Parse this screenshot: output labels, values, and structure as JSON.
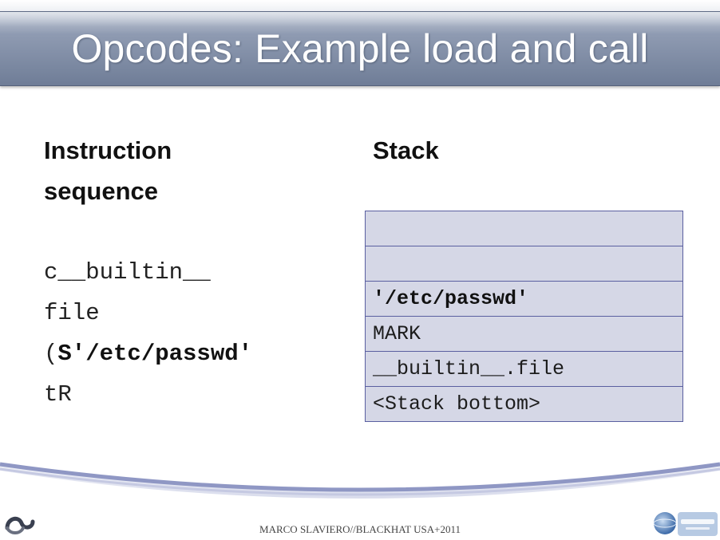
{
  "slide": {
    "title": "Opcodes: Example load and call",
    "left_heading": [
      "Instruction",
      "sequence"
    ],
    "right_heading": "Stack",
    "instructions": [
      {
        "text": "c__builtin__",
        "bold": false
      },
      {
        "text": "file",
        "bold": false
      },
      {
        "prefix": "(",
        "bold_text": "S'/etc/passwd'"
      },
      {
        "text": "tR",
        "bold": false
      }
    ],
    "stack": [
      {
        "text": "",
        "bold": false
      },
      {
        "text": "",
        "bold": false
      },
      {
        "text": "'/etc/passwd'",
        "bold": true
      },
      {
        "text": "MARK",
        "bold": false
      },
      {
        "text": "__builtin__.file",
        "bold": false
      },
      {
        "text": "<Stack bottom>",
        "bold": false
      }
    ],
    "footer": "MARCO SLAVIERO//BLACKHAT USA+2011"
  },
  "colors": {
    "title_bar": "#7a88a2",
    "stack_fill": "#d5d7e6",
    "stack_border": "#5a5fa0",
    "swoosh": "#8f97c4"
  },
  "icons": {
    "left_logo": "sensepost-logo-icon",
    "right_logo": "blackhat-logo-icon"
  }
}
